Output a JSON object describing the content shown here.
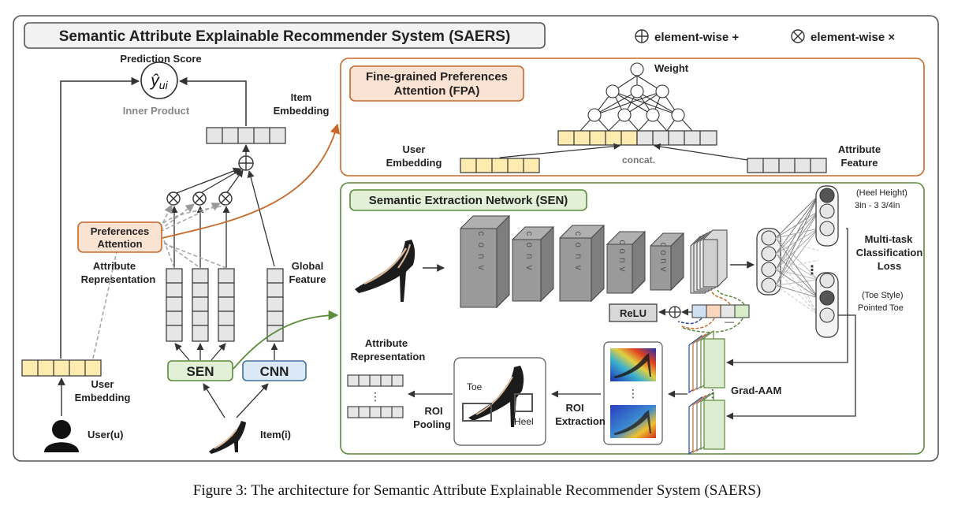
{
  "title": "Semantic Attribute Explainable Recommender System (SAERS)",
  "legend": {
    "plus_label": "element-wise +",
    "times_label": "element-wise ×"
  },
  "left": {
    "prediction_score": "Prediction Score",
    "yhat": "ŷ",
    "yhat_sub": "ui",
    "inner_product": "Inner Product",
    "item_embedding": [
      "Item",
      "Embedding"
    ],
    "preferences_attention": [
      "Preferences",
      "Attention"
    ],
    "attribute_representation": [
      "Attribute",
      "Representation"
    ],
    "global_feature": [
      "Global",
      "Feature"
    ],
    "user_embedding": [
      "User",
      "Embedding"
    ],
    "user": "User(u)",
    "item": "Item(i)",
    "sen": "SEN",
    "cnn": "CNN"
  },
  "fpa": {
    "title": [
      "Fine-grained Preferences",
      "Attention (FPA)"
    ],
    "weight": "Weight",
    "user_embedding": [
      "User",
      "Embedding"
    ],
    "concat": "concat.",
    "attribute_feature": [
      "Attribute",
      "Feature"
    ]
  },
  "sen": {
    "title": "Semantic Extraction Network (SEN)",
    "conv": "conv",
    "relu": "ReLU",
    "attribute_representation": [
      "Attribute",
      "Representation"
    ],
    "roi_pooling": [
      "ROI",
      "Pooling"
    ],
    "roi_extraction": [
      "ROI",
      "Extraction"
    ],
    "toe": "Toe",
    "heel": "Heel",
    "grad_aam": "Grad-AAM",
    "heel_height": [
      "(Heel Height)",
      "3in - 3 3/4in"
    ],
    "toe_style": [
      "(Toe Style)",
      "Pointed Toe"
    ],
    "multitask": [
      "Multi-task",
      "Classification",
      "Loss"
    ],
    "ellipsis": "⋮",
    "minus": "—"
  },
  "caption": "Figure 3: The architecture for Semantic Attribute Explainable Recommender System (SAERS)",
  "colors": {
    "orange": "#c8692a",
    "green": "#5a8a3a",
    "cream": "#fdebb0",
    "sen_fill": "#e1f0d6",
    "cnn_fill": "#dbe8f5"
  }
}
